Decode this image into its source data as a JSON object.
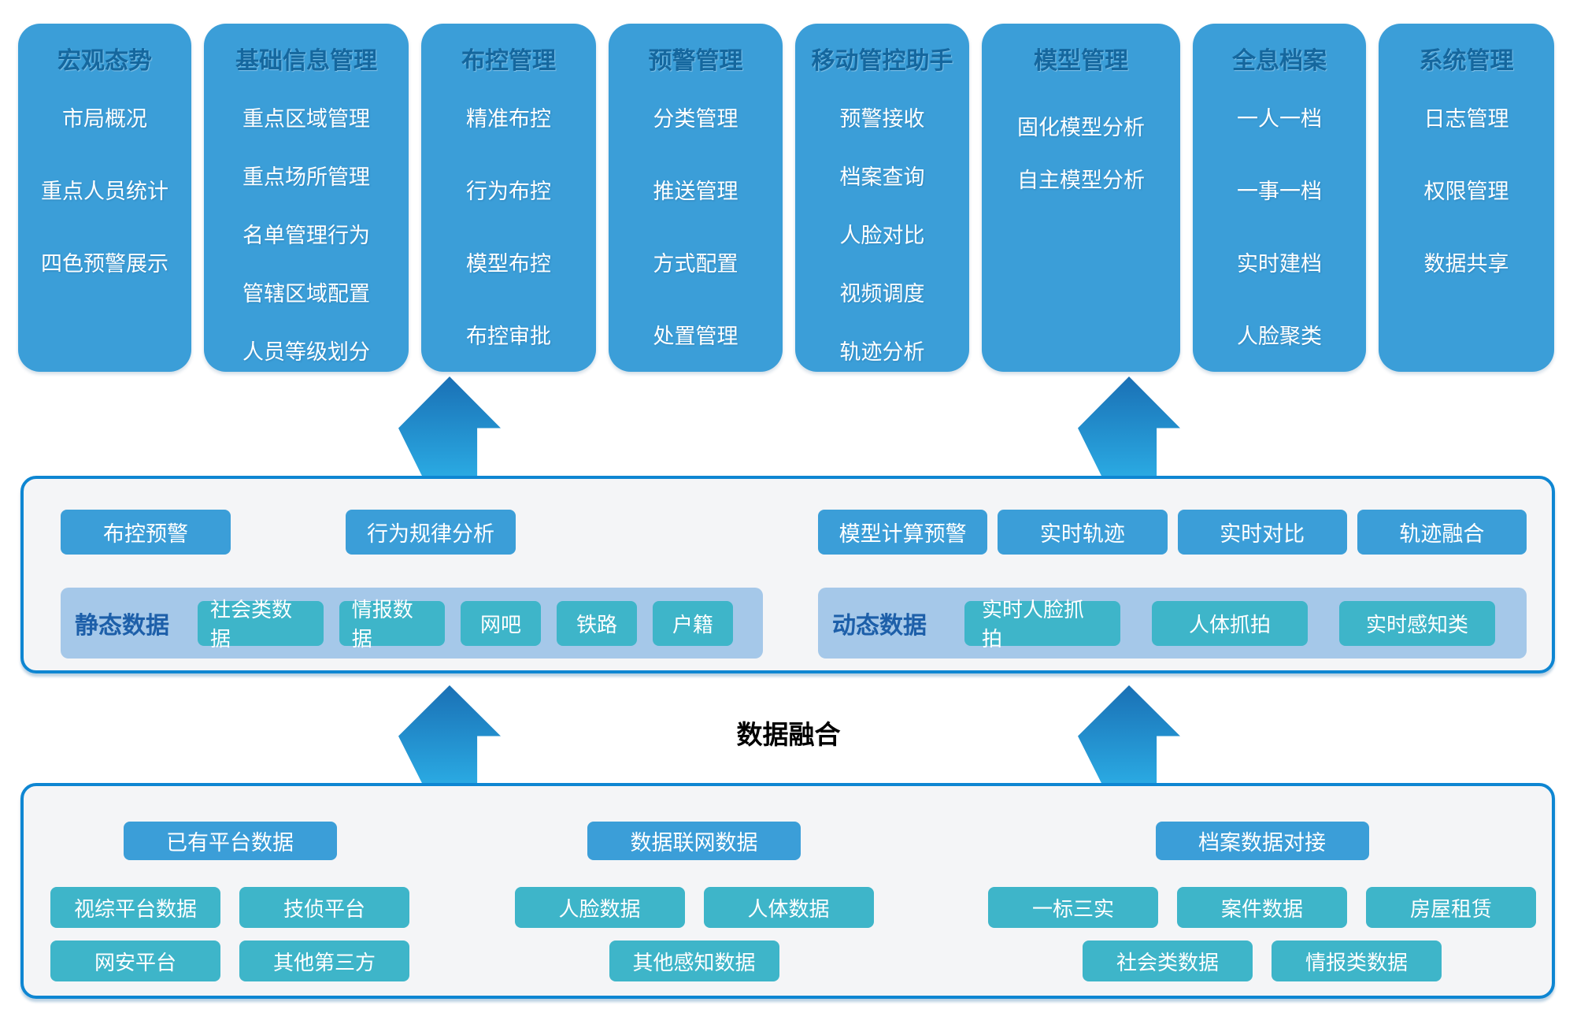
{
  "modules": [
    {
      "title": "宏观态势",
      "items": [
        "市局概况",
        "重点人员统计",
        "四色预警展示"
      ]
    },
    {
      "title": "基础信息管理",
      "items": [
        "重点区域管理",
        "重点场所管理",
        "名单管理行为",
        "管辖区域配置",
        "人员等级划分"
      ]
    },
    {
      "title": "布控管理",
      "items": [
        "精准布控",
        "行为布控",
        "模型布控",
        "布控审批"
      ]
    },
    {
      "title": "预警管理",
      "items": [
        "分类管理",
        "推送管理",
        "方式配置",
        "处置管理"
      ]
    },
    {
      "title": "移动管控助手",
      "items": [
        "预警接收",
        "档案查询",
        "人脸对比",
        "视频调度",
        "轨迹分析"
      ]
    },
    {
      "title": "模型管理",
      "items": [
        "固化模型分析",
        "自主模型分析"
      ]
    },
    {
      "title": "全息档案",
      "items": [
        "一人一档",
        "一事一档",
        "实时建档",
        "人脸聚类"
      ]
    },
    {
      "title": "系统管理",
      "items": [
        "日志管理",
        "权限管理",
        "数据共享"
      ]
    }
  ],
  "analysis_layer": {
    "static_group": {
      "functions": [
        "布控预警",
        "行为规律分析"
      ],
      "label": "静态数据",
      "sources": [
        "社会类数据",
        "情报数据",
        "网吧",
        "铁路",
        "户籍"
      ]
    },
    "dynamic_group": {
      "functions": [
        "模型计算预警",
        "实时轨迹",
        "实时对比",
        "轨迹融合"
      ],
      "label": "动态数据",
      "sources": [
        "实时人脸抓拍",
        "人体抓拍",
        "实时感知类"
      ]
    }
  },
  "fusion_label": "数据融合",
  "data_layer": {
    "groups": [
      {
        "header": "已有平台数据",
        "rows": [
          [
            "视综平台数据",
            "技侦平台"
          ],
          [
            "网安平台",
            "其他第三方"
          ]
        ]
      },
      {
        "header": "数据联网数据",
        "rows": [
          [
            "人脸数据",
            "人体数据"
          ],
          [
            "其他感知数据"
          ]
        ]
      },
      {
        "header": "档案数据对接",
        "rows": [
          [
            "一标三实",
            "案件数据",
            "房屋租赁"
          ],
          [
            "社会类数据",
            "情报类数据"
          ]
        ]
      }
    ]
  },
  "colors": {
    "module_blue": "#3b9ed8",
    "title_blue": "#15679e",
    "teal": "#3eb5c9",
    "strip_blue": "#a5c8e9",
    "label_blue": "#1d5fa9",
    "panel_border": "#0e86d2",
    "panel_bg": "#f4f5f7",
    "arrow_top": "#1a70b5",
    "arrow_bottom": "#2aa9e2",
    "fusion_text": "#000000"
  }
}
